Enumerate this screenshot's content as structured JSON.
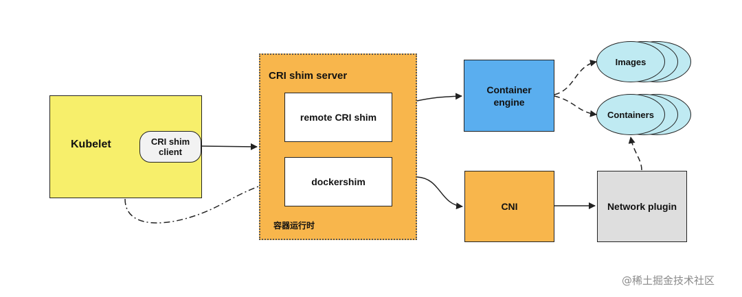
{
  "diagram": {
    "kubelet": {
      "label": "Kubelet"
    },
    "cri_shim_client": {
      "label": "CRI shim\nclient"
    },
    "cri_shim_server": {
      "title": "CRI shim server",
      "zh_label": "容器运行时"
    },
    "remote_cri_shim": {
      "label": "remote CRI shim"
    },
    "dockershim": {
      "label": "dockershim"
    },
    "container_engine": {
      "label": "Container\nengine"
    },
    "cni": {
      "label": "CNI"
    },
    "network_plugin": {
      "label": "Network plugin"
    },
    "images": {
      "label": "Images"
    },
    "containers": {
      "label": "Containers"
    }
  },
  "watermark": "@稀土掘金技术社区",
  "colors": {
    "kubelet": "#f7ef6b",
    "orange": "#f8b64c",
    "engine_blue": "#5aaeef",
    "plugin_gray": "#dedede",
    "stack_cyan": "#bfeaf2"
  }
}
